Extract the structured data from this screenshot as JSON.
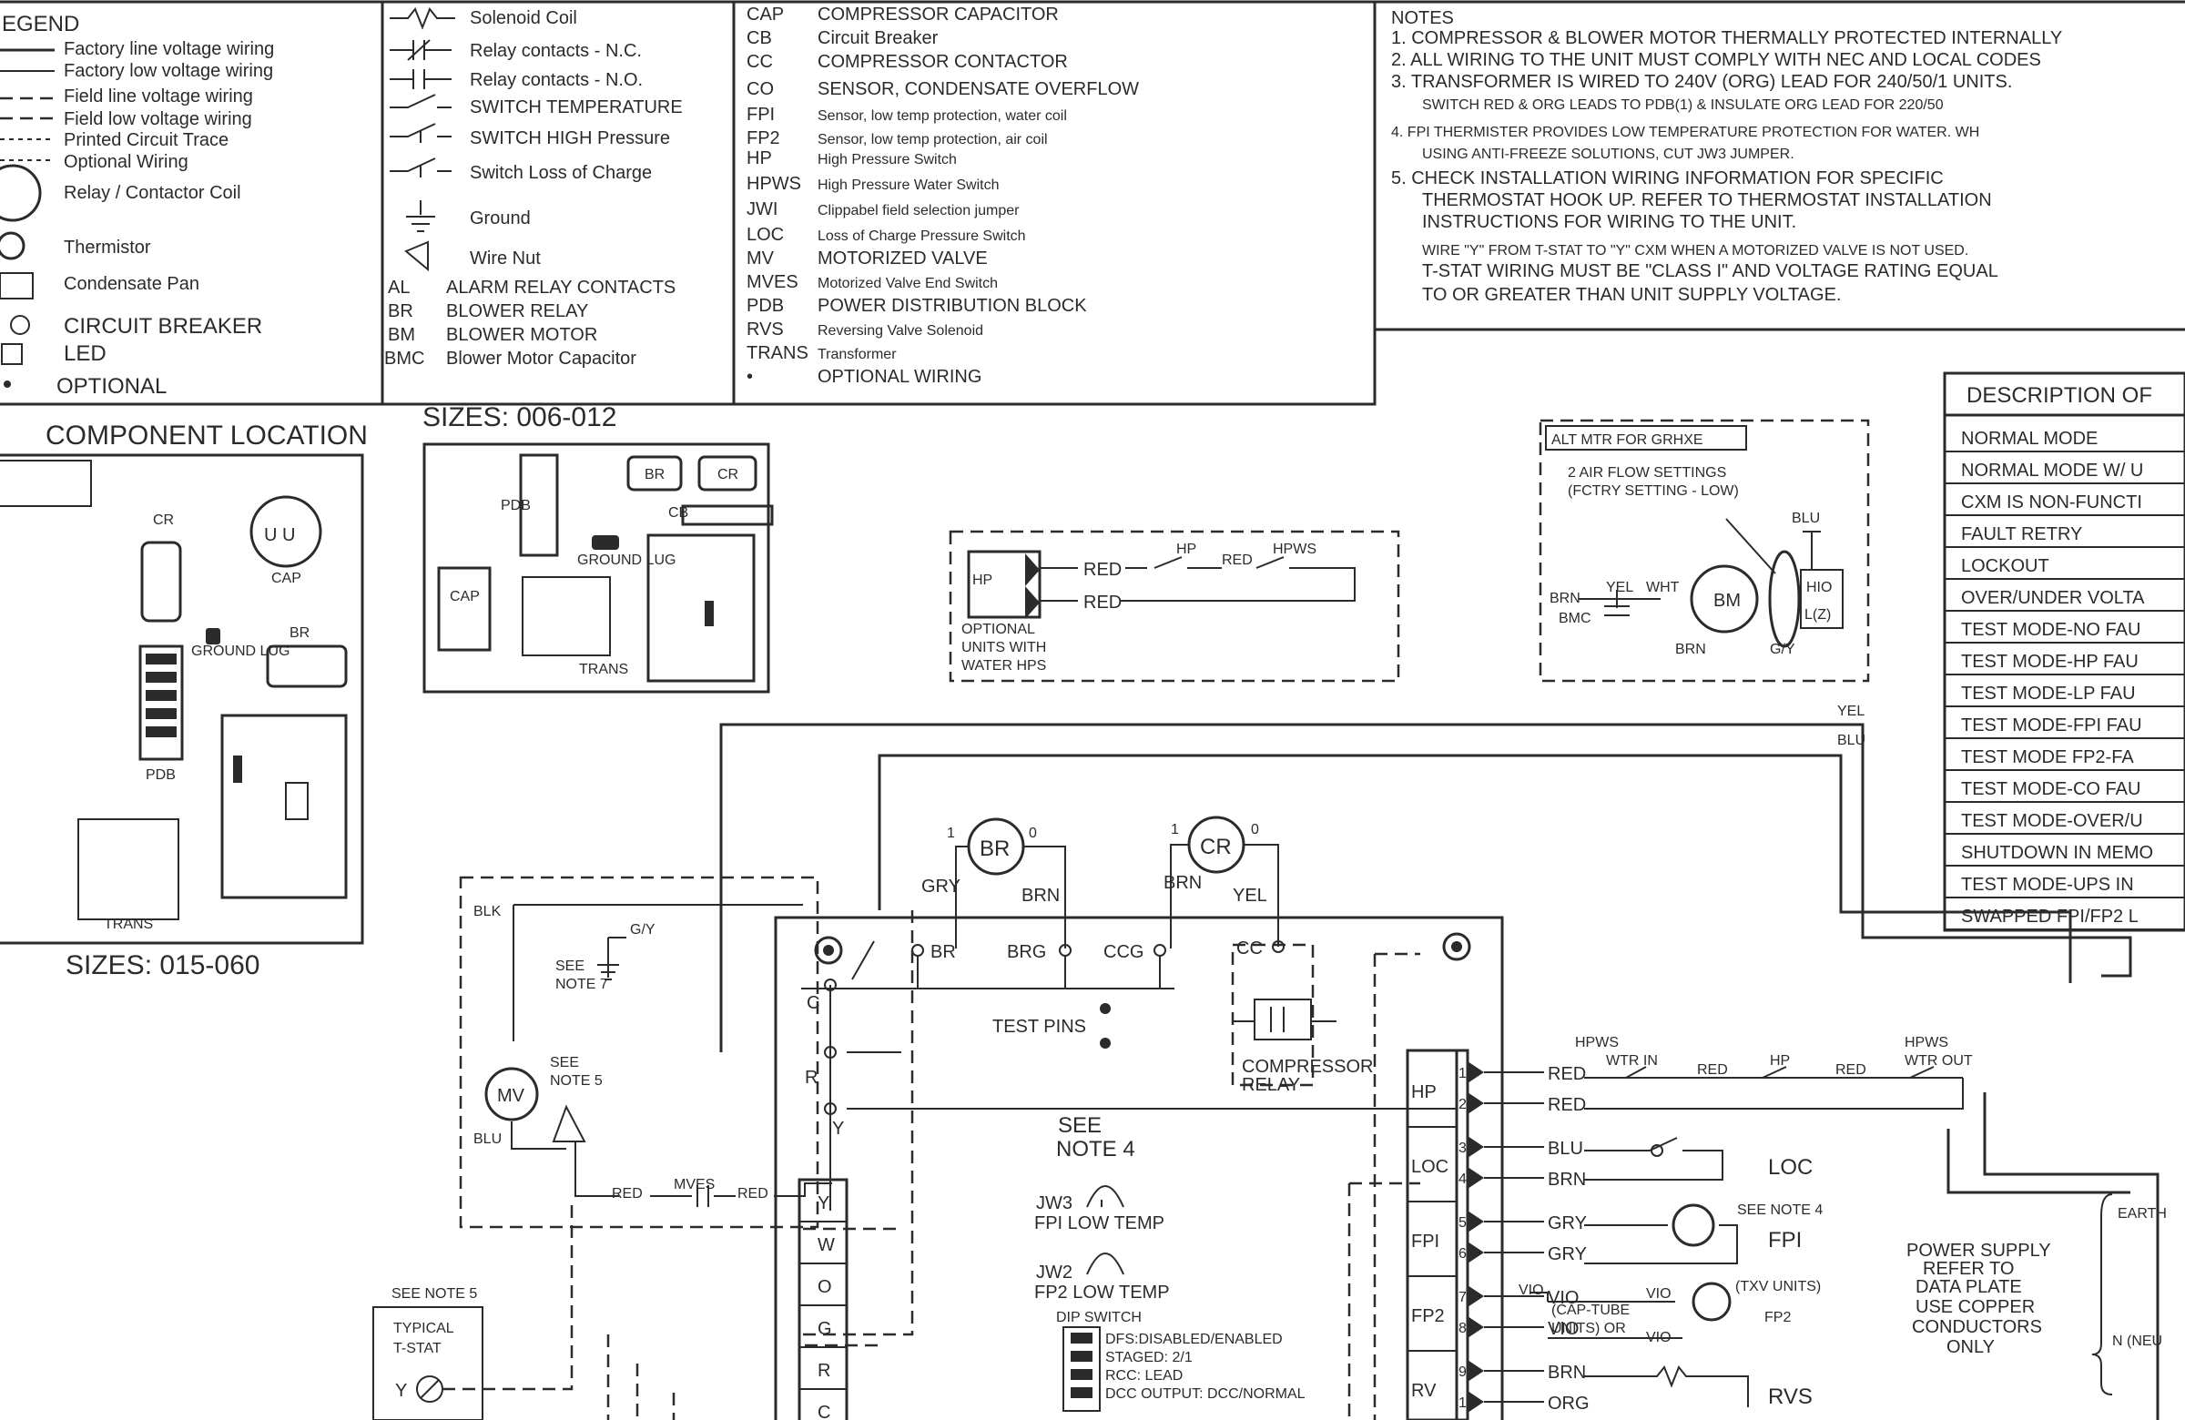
{
  "legend": {
    "title": "EGEND",
    "col1": [
      "Factory line voltage wiring",
      "Factory low voltage wiring",
      "Field line voltage wiring",
      "Field low voltage wiring",
      "Printed Circuit Trace",
      "Optional Wiring",
      "Relay / Contactor Coil",
      "Thermistor",
      "Condensate Pan",
      "CIRCUIT BREAKER",
      "LED",
      "OPTIONAL"
    ],
    "col2": [
      "Solenoid Coil",
      "Relay contacts - N.C.",
      "Relay contacts - N.O.",
      "SWITCH TEMPERATURE",
      "SWITCH HIGH Pressure",
      "Switch Loss of Charge",
      "Ground",
      "Wire Nut",
      "ALARM RELAY CONTACTS",
      "BLOWER RELAY",
      "BLOWER MOTOR",
      "Blower Motor Capacitor"
    ],
    "col2_abbr": [
      "AL",
      "BR",
      "BM",
      "BMC"
    ],
    "abbr": [
      {
        "code": "CAP",
        "desc": "COMPRESSOR CAPACITOR"
      },
      {
        "code": "CB",
        "desc": "Circuit Breaker"
      },
      {
        "code": "CC",
        "desc": "COMPRESSOR CONTACTOR"
      },
      {
        "code": "CO",
        "desc": "SENSOR, CONDENSATE OVERFLOW"
      },
      {
        "code": "FPI",
        "desc": "Sensor, low temp protection, water coil"
      },
      {
        "code": "FP2",
        "desc": "Sensor, low temp protection, air coil"
      },
      {
        "code": "HP",
        "desc": "High Pressure Switch"
      },
      {
        "code": "HPWS",
        "desc": "High Pressure Water Switch"
      },
      {
        "code": "JWI",
        "desc": "Clippabel field selection jumper"
      },
      {
        "code": "LOC",
        "desc": "Loss of Charge Pressure Switch"
      },
      {
        "code": "MV",
        "desc": "MOTORIZED VALVE"
      },
      {
        "code": "MVES",
        "desc": "Motorized Valve End Switch"
      },
      {
        "code": "PDB",
        "desc": "POWER DISTRIBUTION BLOCK"
      },
      {
        "code": "RVS",
        "desc": "Reversing Valve Solenoid"
      },
      {
        "code": "TRANS",
        "desc": "Transformer"
      },
      {
        "code": "•",
        "desc": "OPTIONAL WIRING"
      }
    ]
  },
  "notes": {
    "title": "NOTES",
    "lines": [
      "1. COMPRESSOR & BLOWER MOTOR THERMALLY PROTECTED INTERNALLY",
      "2. ALL WIRING TO THE UNIT MUST COMPLY WITH NEC AND LOCAL CODES",
      "3. TRANSFORMER IS WIRED TO 240V (ORG) LEAD FOR 240/50/1 UNITS.",
      "SWITCH RED & ORG LEADS TO PDB(1) & INSULATE ORG LEAD FOR 220/50",
      "4. FPI THERMISTER PROVIDES LOW TEMPERATURE PROTECTION FOR WATER. WH",
      "USING ANTI-FREEZE SOLUTIONS, CUT JW3 JUMPER.",
      "5. CHECK INSTALLATION WIRING INFORMATION FOR SPECIFIC",
      "THERMOSTAT HOOK UP. REFER TO THERMOSTAT INSTALLATION",
      "INSTRUCTIONS FOR WIRING TO THE UNIT.",
      "WIRE \"Y\" FROM T-STAT TO \"Y\" CXM WHEN A MOTORIZED VALVE IS NOT USED.",
      "T-STAT WIRING MUST BE \"CLASS I\" AND VOLTAGE RATING EQUAL",
      "TO OR GREATER THAN UNIT SUPPLY VOLTAGE."
    ]
  },
  "component_location": {
    "title": "COMPONENT LOCATION",
    "sizes_a": "SIZES: 006-012",
    "sizes_b": "SIZES: 015-060",
    "labels_a": [
      "PDB",
      "BR",
      "CR",
      "CB",
      "CAP",
      "GROUND LUG",
      "TRANS"
    ],
    "labels_b": [
      "CR",
      "CAP",
      "BR",
      "GROUND LUG",
      "PDB",
      "TRANS"
    ]
  },
  "description_table": {
    "title": "DESCRIPTION OF",
    "rows": [
      "NORMAL MODE",
      "NORMAL MODE W/ U",
      "CXM IS NON-FUNCTI",
      "FAULT RETRY",
      "LOCKOUT",
      "OVER/UNDER VOLTA",
      "TEST MODE-NO FAU",
      "TEST MODE-HP FAU",
      "TEST MODE-LP FAU",
      "TEST MODE-FPI FAU",
      "TEST MODE FP2-FA",
      "TEST MODE-CO FAU",
      "TEST MODE-OVER/U",
      "SHUTDOWN IN MEMO",
      "TEST MODE-UPS IN",
      "SWAPPED FPI/FP2 L"
    ]
  },
  "schematic": {
    "water_hp_box": {
      "labels": [
        "HP",
        "RED",
        "RED",
        "HP",
        "RED",
        "HPWS"
      ],
      "note": [
        "OPTIONAL",
        "UNITS WITH",
        "WATER HPS"
      ]
    },
    "alt_mtr": {
      "title": "ALT MTR FOR GRHXE",
      "sub": [
        "2 AIR FLOW SETTINGS",
        "(FCTRY SETTING - LOW)"
      ],
      "labels": [
        "BLU",
        "BRN",
        "YEL",
        "WHT",
        "BMC",
        "BM",
        "BRN",
        "HIO",
        "L(Z)",
        "G/Y"
      ]
    },
    "wire_labels": {
      "yel": "YEL",
      "blu": "BLU"
    },
    "br": {
      "name": "BR",
      "gry": "GRY",
      "brn": "BRN",
      "one": "1",
      "zero": "0"
    },
    "cr": {
      "name": "CR",
      "brn": "BRN",
      "yel": "YEL",
      "one": "1",
      "zero": "0"
    },
    "board_terms": [
      "BR",
      "BRG",
      "CCG",
      "CC"
    ],
    "left_terms": [
      "C",
      "R",
      "Y"
    ],
    "test_pins": "TEST PINS",
    "compressor_relay": [
      "COMPRESSOR",
      "RELAY"
    ],
    "see_note_4": [
      "SEE",
      "NOTE 4"
    ],
    "jw3": [
      "JW3",
      "FPI LOW TEMP"
    ],
    "jw2": [
      "JW2",
      "FP2 LOW TEMP"
    ],
    "dip_title": "DIP SWITCH",
    "dip": [
      "DFS:DISABLED/ENABLED",
      "STAGED: 2/1",
      "RCC: LEAD",
      "DCC OUTPUT: DCC/NORMAL"
    ],
    "strip": [
      "Y",
      "W",
      "O",
      "G",
      "R",
      "C"
    ],
    "mv": {
      "name": "MV",
      "blk": "BLK",
      "blu": "BLU",
      "see": [
        "SEE",
        "NOTE 5"
      ],
      "gy": "G/Y",
      "see7": [
        "SEE",
        "NOTE 7"
      ],
      "red": "RED",
      "mves": "MVES",
      "red2": "RED"
    },
    "tstat": {
      "see": "SEE NOTE 5",
      "name": [
        "TYPICAL",
        "T-STAT"
      ],
      "y": "Y"
    },
    "right_groups": [
      {
        "name": "HP",
        "pins": [
          "1",
          "2"
        ],
        "wires": [
          "RED",
          "RED"
        ]
      },
      {
        "name": "LOC",
        "pins": [
          "3",
          "4"
        ],
        "wires": [
          "BLU",
          "BRN"
        ]
      },
      {
        "name": "FPI",
        "pins": [
          "5",
          "6"
        ],
        "wires": [
          "GRY",
          "GRY"
        ]
      },
      {
        "name": "FP2",
        "pins": [
          "7",
          "8"
        ],
        "wires": [
          "VIO",
          "VIO"
        ]
      },
      {
        "name": "RV",
        "pins": [
          "9",
          "10"
        ],
        "wires": [
          "BRN",
          "ORG"
        ]
      }
    ],
    "hp_chain": [
      "HPWS",
      "WTR IN",
      "RED",
      "HP",
      "RED",
      "HPWS",
      "WTR OUT"
    ],
    "loc_label": "LOC",
    "fpi": {
      "see": "SEE NOTE 4",
      "name": "FPI"
    },
    "fp2": {
      "cap": [
        "(CAP-TUBE",
        "UNITS) OR"
      ],
      "vio": "VIO",
      "txv": "(TXV UNITS)",
      "name": "FP2"
    },
    "rvs": "RVS",
    "power": [
      "POWER SUPPLY",
      "REFER TO",
      "DATA PLATE",
      "USE COPPER",
      "CONDUCTORS",
      "ONLY"
    ],
    "earth": "EARTH",
    "n_label": "N (NEU"
  }
}
